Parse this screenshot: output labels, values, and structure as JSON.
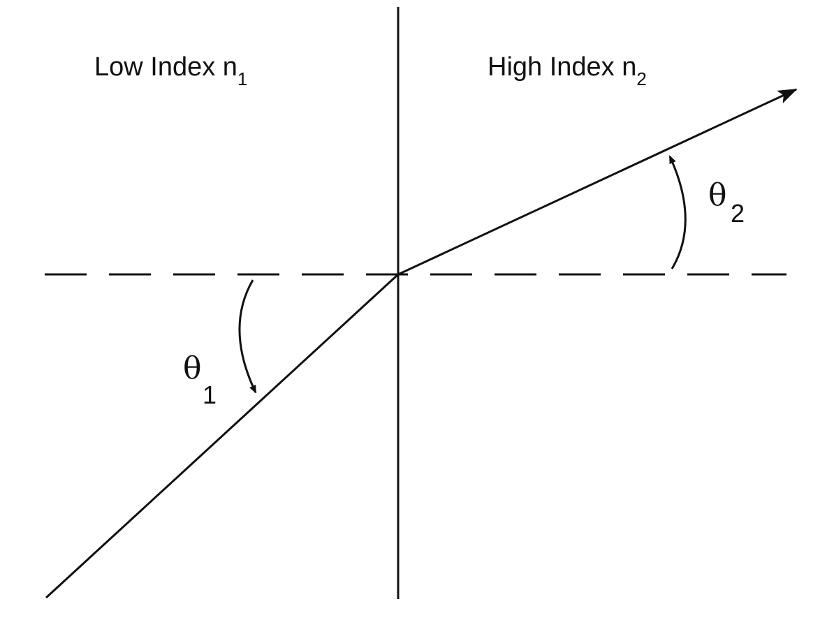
{
  "diagram": {
    "medium_left": {
      "label": "Low Index n",
      "subscript": "1"
    },
    "medium_right": {
      "label": "High Index n",
      "subscript": "2"
    },
    "angle_incident": {
      "symbol": "θ",
      "subscript": "1"
    },
    "angle_refracted": {
      "symbol": "θ",
      "subscript": "2"
    },
    "colors": {
      "ink": "#111111",
      "background": "#ffffff"
    }
  }
}
